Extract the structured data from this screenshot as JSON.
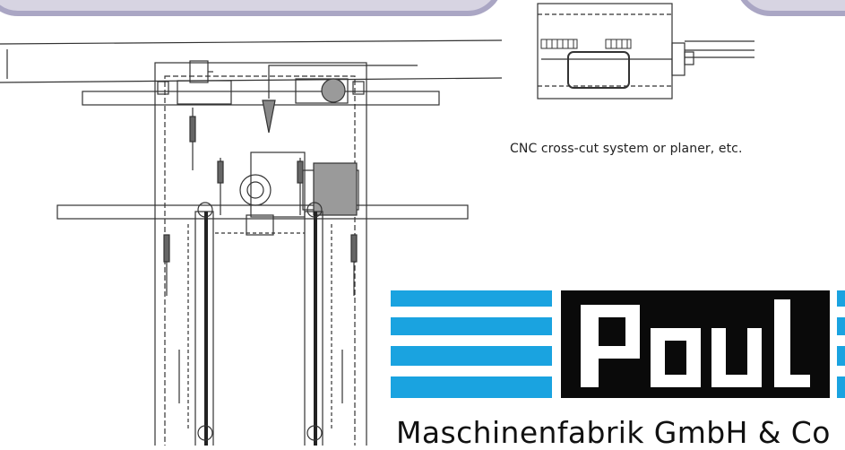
{
  "caption": "CNC cross-cut system or planer, etc.",
  "logo": {
    "wordmark": "Paul"
  },
  "company": "Maschinenfabrik GmbH & Co",
  "colors": {
    "frame_fill": "#d7d4e2",
    "frame_border": "#aaa6c4",
    "brand_blue": "#1aa3e0",
    "ink": "#222222"
  }
}
